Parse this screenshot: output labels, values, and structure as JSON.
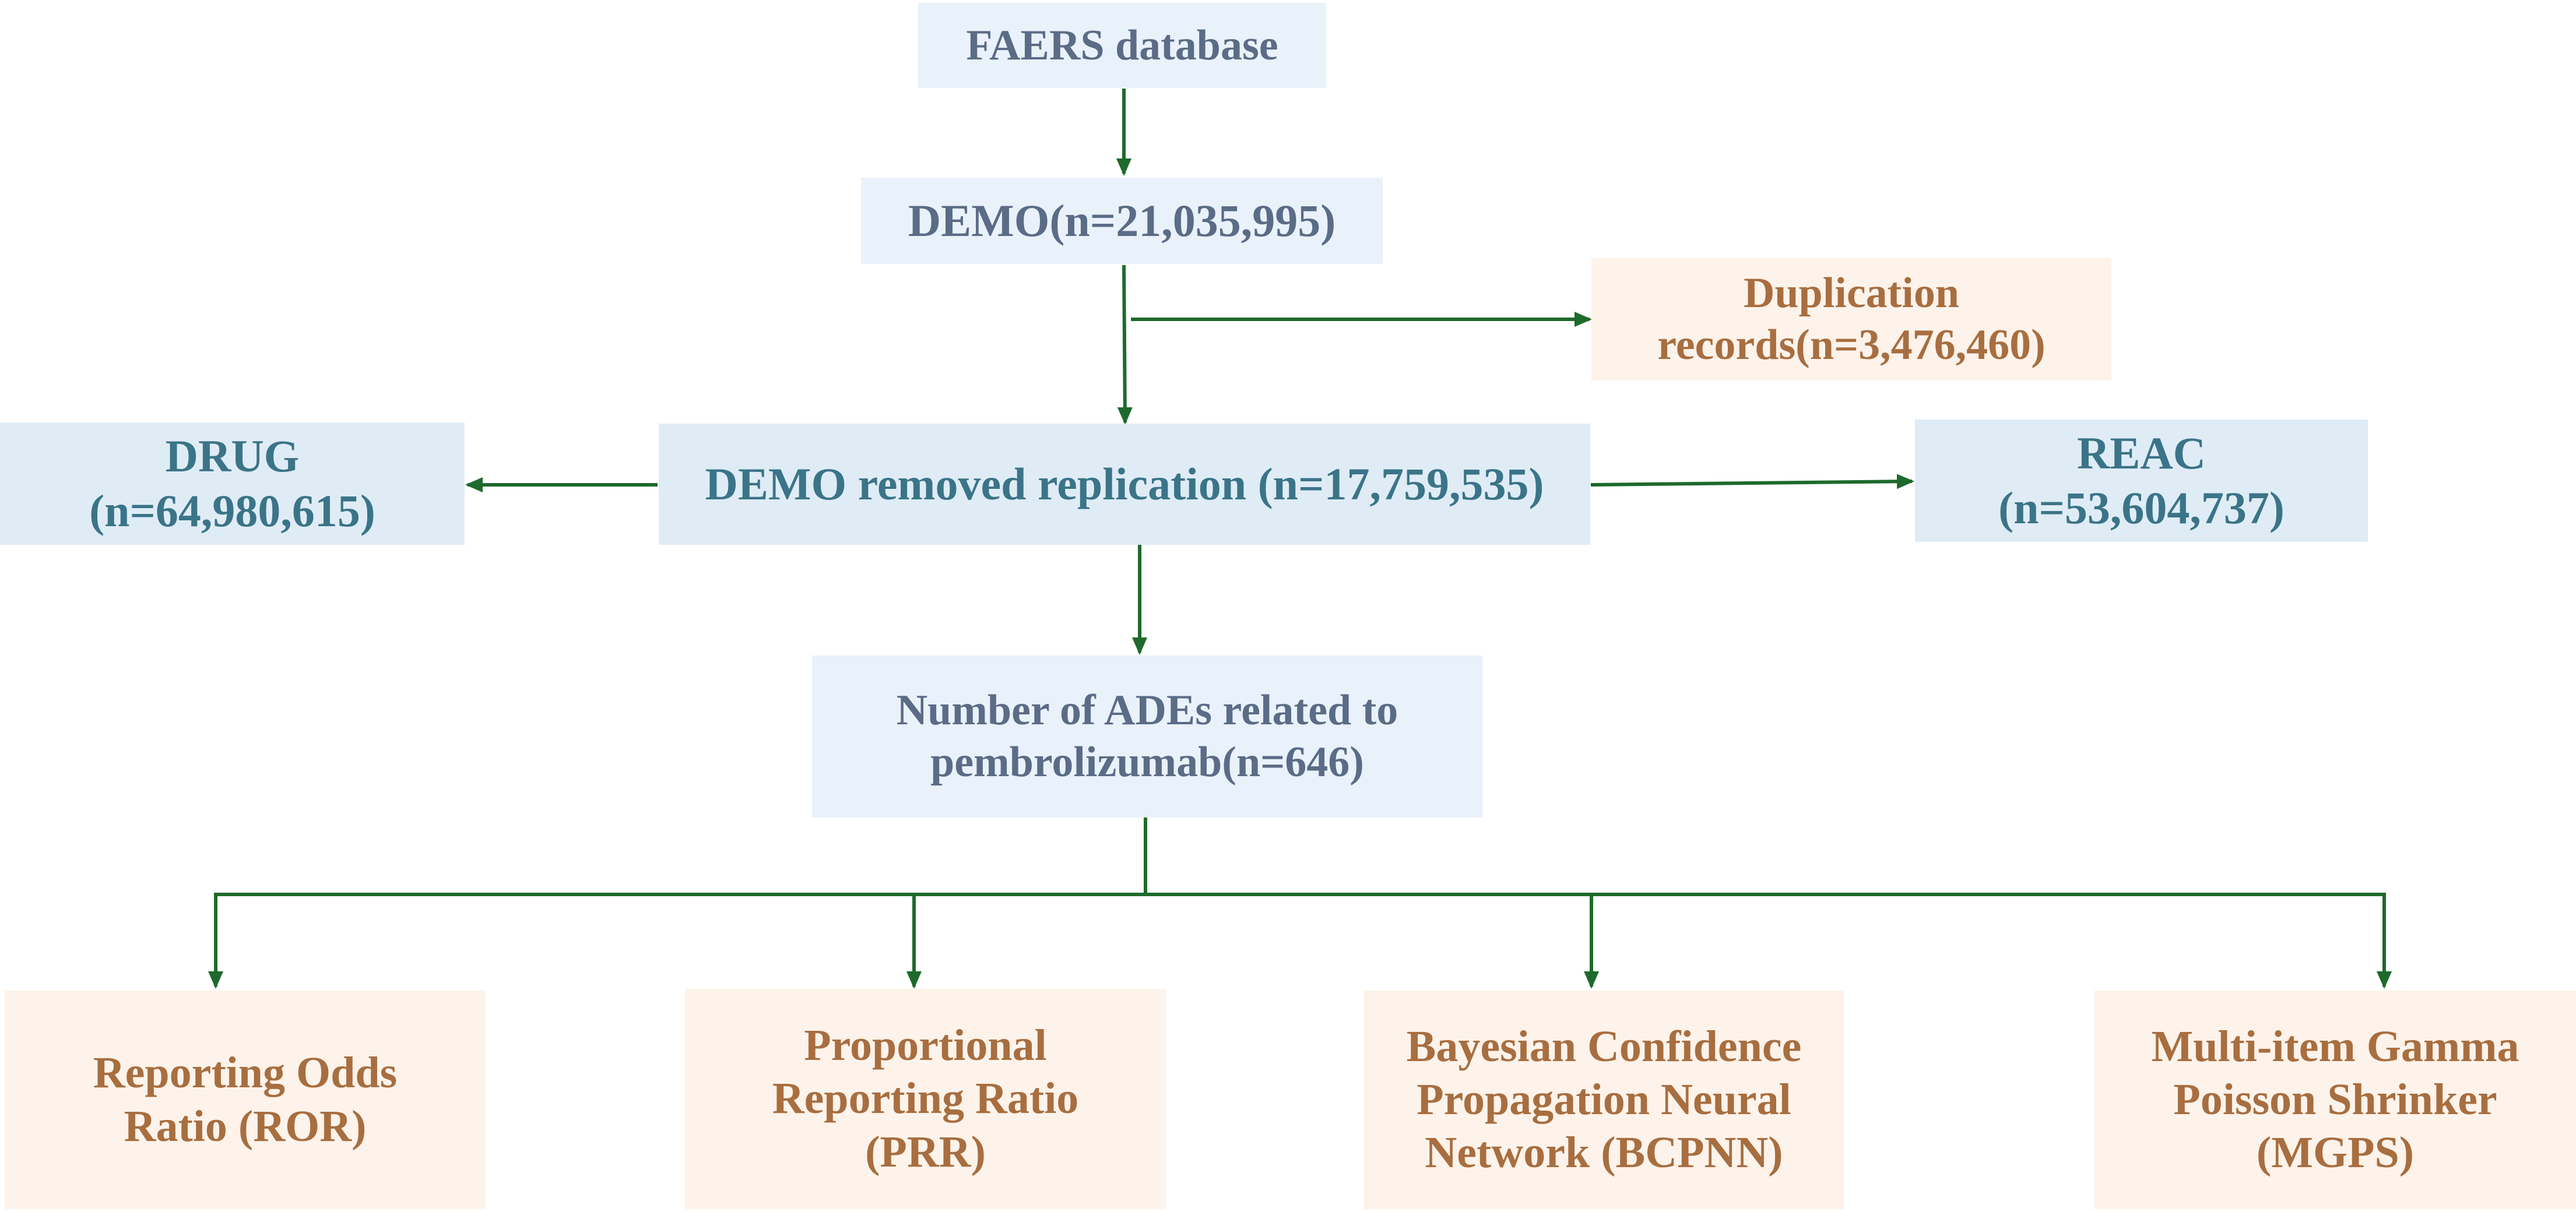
{
  "nodes": {
    "faers": {
      "lines": [
        "FAERS database"
      ],
      "color": "#5a6c86"
    },
    "demo": {
      "lines": [
        "DEMO(n=21,035,995)"
      ],
      "color": "#5a6c86"
    },
    "duplication": {
      "lines": [
        "Duplication",
        "records(n=3,476,460)"
      ],
      "color": "#a86e40"
    },
    "drug": {
      "lines": [
        "DRUG",
        "(n=64,980,615)"
      ],
      "color": "#3b7488"
    },
    "demo_removed": {
      "lines": [
        "DEMO removed replication (n=17,759,535)"
      ],
      "color": "#3b7488"
    },
    "reac": {
      "lines": [
        "REAC",
        "(n=53,604,737)"
      ],
      "color": "#3b7488"
    },
    "ades": {
      "lines": [
        "Number of ADEs related to",
        "pembrolizumab(n=646)"
      ],
      "color": "#5a6c86"
    },
    "ror": {
      "lines": [
        "Reporting Odds",
        "Ratio (ROR)"
      ],
      "color": "#a86e40"
    },
    "prr": {
      "lines": [
        "Proportional",
        "Reporting Ratio",
        "(PRR)"
      ],
      "color": "#a86e40"
    },
    "bcpnn": {
      "lines": [
        "Bayesian Confidence",
        "Propagation Neural",
        "Network (BCPNN)"
      ],
      "color": "#a86e40"
    },
    "mgps": {
      "lines": [
        "Multi-item Gamma",
        "Poisson Shrinker",
        "(MGPS)"
      ],
      "color": "#a86e40"
    }
  },
  "connector_color": "#1e6a2c"
}
